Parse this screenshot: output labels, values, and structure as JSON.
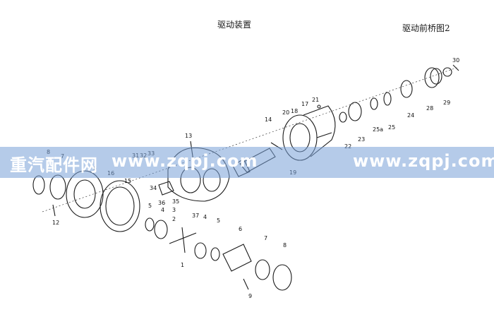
{
  "header": {
    "title": "驱动装置",
    "sheet": "驱动前桥图2"
  },
  "watermark": {
    "brand": "重汽配件网",
    "url_left": "www.zqpj.com",
    "url_right": "www.zqpj.com"
  },
  "colors": {
    "line": "#1a1a1a",
    "banner": "#78a0d7",
    "banner_text": "#ffffff"
  },
  "part_labels": {
    "p30": "30",
    "p29": "29",
    "p28": "28",
    "p24": "24",
    "p25": "25",
    "p25a": "25a",
    "p23": "23",
    "p22": "22",
    "p21": "21",
    "p17": "17",
    "p18": "18",
    "p20": "20",
    "p19": "19",
    "p14": "14",
    "p13": "13",
    "p8": "8",
    "p7": "7",
    "p6": "6",
    "p16": "16",
    "p15": "15",
    "p31": "31",
    "p32": "32",
    "p33": "33",
    "p34": "34",
    "p36": "36",
    "p35": "35",
    "p3": "3",
    "p37": "37",
    "p2": "2",
    "p12": "12",
    "p5": "5",
    "p4": "4",
    "p1": "1",
    "p4b": "4",
    "p5b": "5",
    "p6b": "6",
    "p7b": "7",
    "p8b": "8",
    "p9": "9"
  }
}
